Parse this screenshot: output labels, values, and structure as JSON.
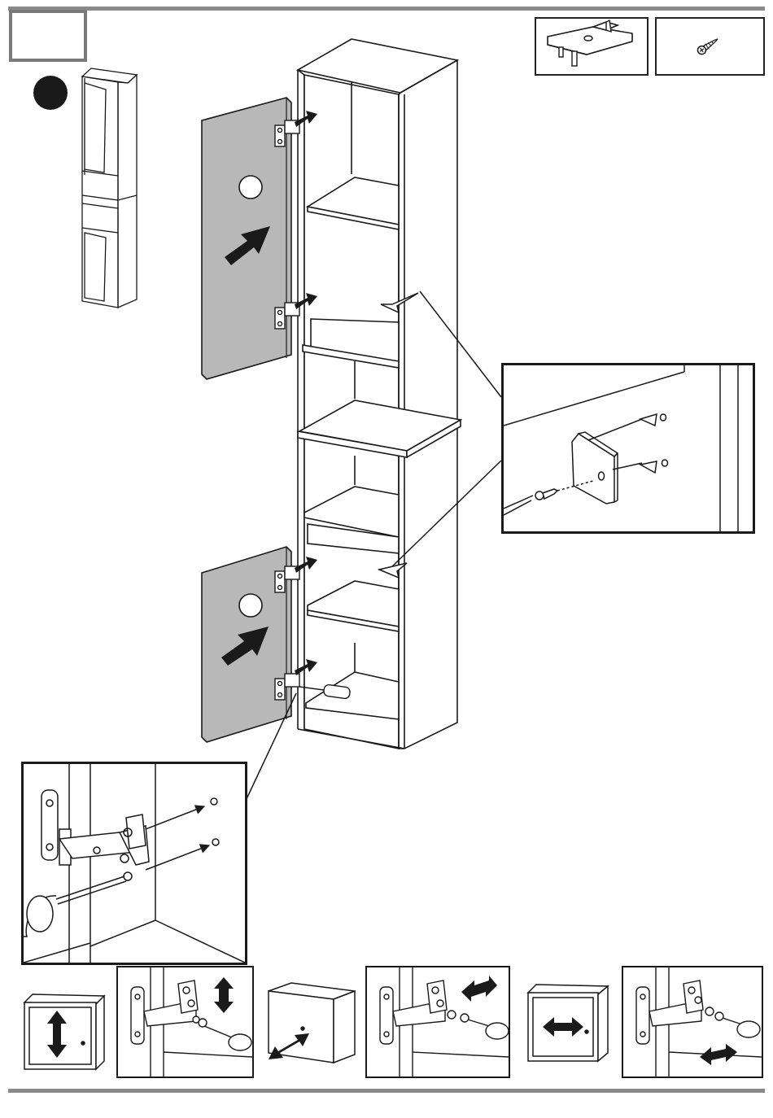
{
  "page": {
    "step_number": "",
    "colors": {
      "line": "#1a1a1a",
      "panel_fill": "#b8b8b8",
      "rule": "#8a8a8a"
    }
  },
  "parts": [
    {
      "name": "shelf-support-bracket",
      "icon": "bracket-icon"
    },
    {
      "name": "wood-screw",
      "icon": "screw-icon"
    }
  ],
  "diagram": {
    "subject": "tall-cabinet-door-hinge-assembly",
    "doors": 2,
    "hinges_per_door": 2,
    "detail_callouts": [
      "shelf-bracket-detail",
      "hinge-screw-detail"
    ],
    "adjustments": [
      {
        "direction": "vertical",
        "icon": "double-arrow-vertical-icon"
      },
      {
        "direction": "depth",
        "icon": "double-arrow-diagonal-icon"
      },
      {
        "direction": "horizontal",
        "icon": "double-arrow-horizontal-icon"
      }
    ]
  }
}
